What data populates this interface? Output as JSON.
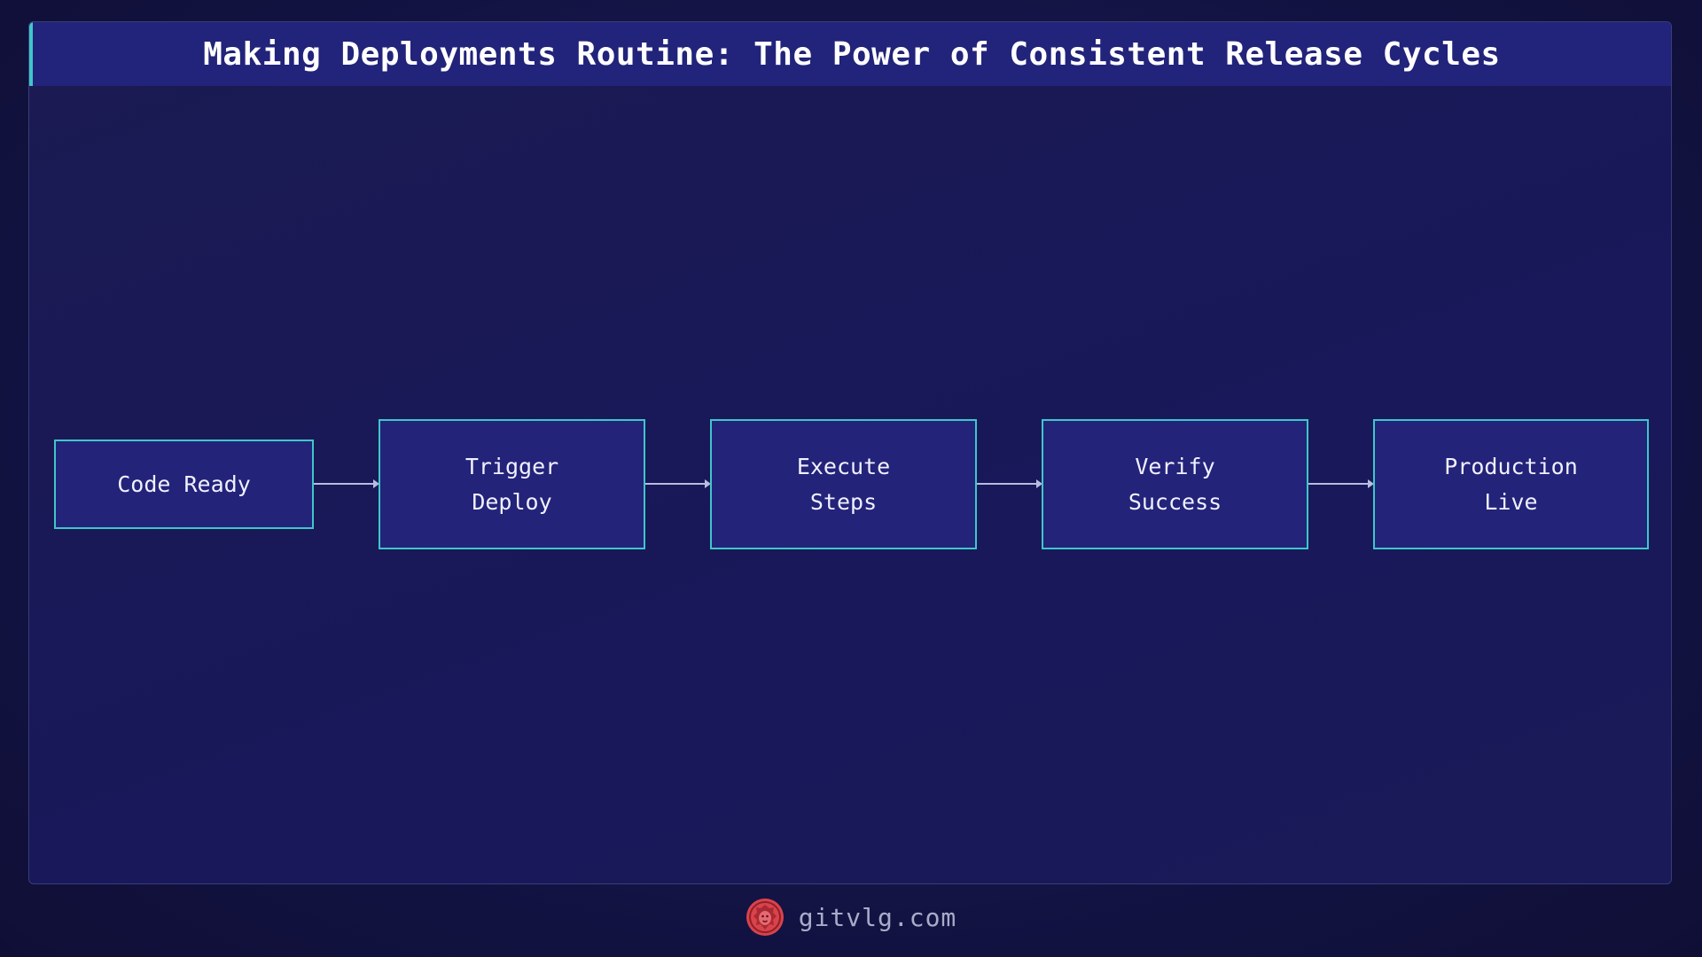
{
  "title": "Making Deployments Routine: The Power of Consistent Release Cycles",
  "flow": {
    "nodes": [
      {
        "id": "code-ready",
        "label": "Code Ready"
      },
      {
        "id": "trigger-deploy",
        "label": "Trigger\nDeploy"
      },
      {
        "id": "execute-steps",
        "label": "Execute\nSteps"
      },
      {
        "id": "verify-success",
        "label": "Verify\nSuccess"
      },
      {
        "id": "production-live",
        "label": "Production\nLive"
      }
    ],
    "edges": [
      {
        "from": "code-ready",
        "to": "trigger-deploy"
      },
      {
        "from": "trigger-deploy",
        "to": "execute-steps"
      },
      {
        "from": "execute-steps",
        "to": "verify-success"
      },
      {
        "from": "verify-success",
        "to": "production-live"
      }
    ]
  },
  "footer": {
    "site": "gitvlg.com",
    "logo_icon": "lion-logo-icon"
  },
  "colors": {
    "background": "#141447",
    "title_bar": "#22237a",
    "node_fill": "#23237a",
    "node_border": "#3ec7c9",
    "accent": "#3ec7c9",
    "logo": "#d9434a"
  }
}
